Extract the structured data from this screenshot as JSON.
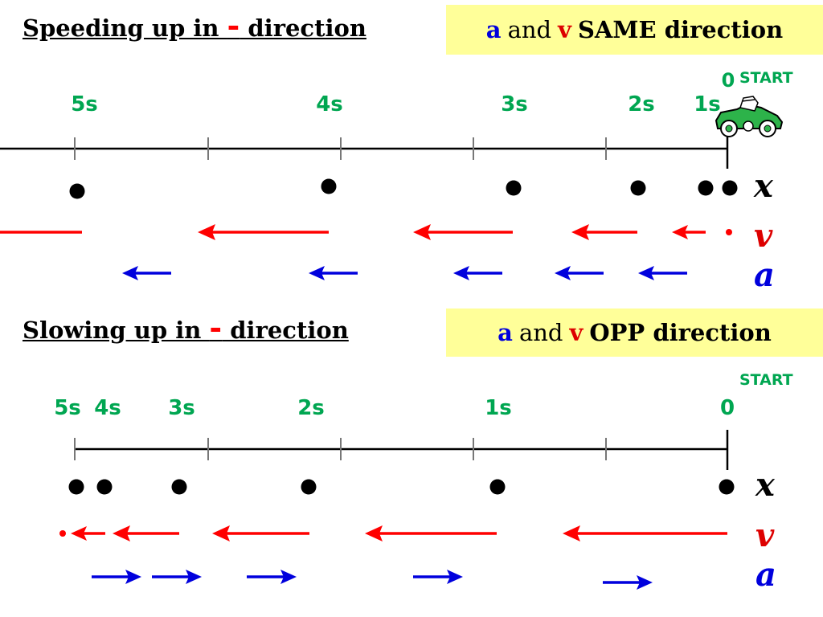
{
  "top": {
    "title": {
      "prefix": "Speeding up in ",
      "minus": "-",
      "suffix": " direction"
    },
    "box": {
      "a": "a",
      "and": "and",
      "v": "v",
      "rest": "SAME direction"
    },
    "start_label": "START",
    "zero_label": "0",
    "time_labels": [
      "5s",
      "4s",
      "3s",
      "2s",
      "1s"
    ]
  },
  "bottom": {
    "title": {
      "prefix": "Slowing up in ",
      "minus": "-",
      "suffix": " direction"
    },
    "box": {
      "a": "a",
      "and": "and",
      "v": "v",
      "rest": "OPP direction"
    },
    "start_label": "START",
    "zero_label": "0",
    "time_labels": [
      "5s",
      "4s",
      "3s",
      "2s",
      "1s"
    ]
  },
  "symbols": {
    "x": "x",
    "v": "v",
    "a": "a"
  },
  "colors": {
    "time": "#00a651",
    "velocity": "#ff0000",
    "acceleration": "#0000dd",
    "highlight": "#ffff99",
    "car": "#2db34a"
  },
  "icons": {
    "car": "race-car-icon"
  }
}
